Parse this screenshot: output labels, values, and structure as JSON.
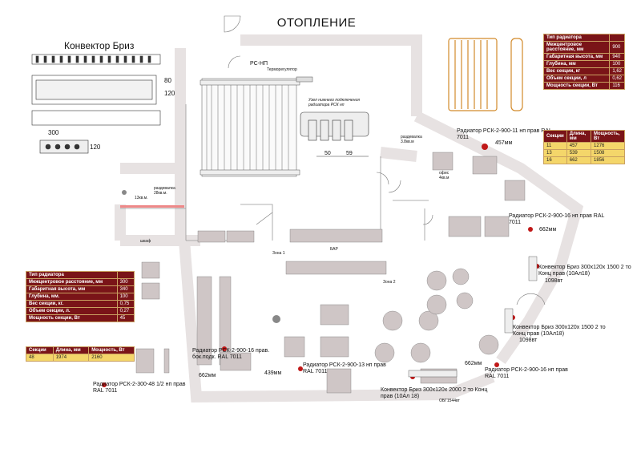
{
  "title": "ОТОПЛЕНИЕ",
  "convector_title": "Конвектор Бриз",
  "dims": {
    "w300": "300",
    "h120": "120",
    "d80": "80",
    "d120b": "120",
    "d50": "50",
    "d59": "59"
  },
  "node_labels": {
    "rc_np": "РС-НП",
    "thermoreg": "Терморегулятор",
    "lower_node": "Узел нижнего подключения радиатора РСК нп",
    "dim_50": "50",
    "dim_59": "59"
  },
  "room_labels": {
    "dressing1": "раздевалка 28кв.м.",
    "dressing2": "13кв.м.",
    "dressing3": "раздевалка 3.8кв.м",
    "office": "офис 4кв.м",
    "bar": "БАР",
    "zone1": "Зона 1",
    "zone2": "Зона 2",
    "shkaf": "шкаф"
  },
  "annotations": [
    {
      "text": "Радиатор РСК-2-900-11 нп прав RAL 7011",
      "sub": "457мм"
    },
    {
      "text": "Радиатор РСК-2-900-16 нп прав RAL 7011",
      "sub": "662мм"
    },
    {
      "text": "Конвектор Бриз 300х120х 1500 2 то Конц прав (10Ал18)",
      "sub": "1098вт"
    },
    {
      "text": "Конвектор Бриз 300х120х 1500 2 то Конц прав (10Ал18)",
      "sub": "1098вт"
    },
    {
      "text": "Радиатор РСК-2-900-16 нп прав RAL 7011",
      "sub": "662мм"
    },
    {
      "text": "Конвектор Бриз 300х120х 2000 2 то Конц прав (10Ал 18)",
      "sub": "ОБГ1544вт"
    },
    {
      "text": "Радиатор РСК-2-900-13 нп прав RAL 7011",
      "sub": "439мм"
    },
    {
      "text": "Радиатор РСК-2-900-16 прав. бок.подк. RAL 7011",
      "sub": "662мм"
    },
    {
      "text": "Радиатор РСК-2-300-48 1/2 нп прав RAL 7011",
      "sub": ""
    }
  ],
  "right_table": {
    "rows": [
      {
        "k": "Тип радиатора",
        "v": ""
      },
      {
        "k": "Межцентровое расстояние, мм",
        "v": "900"
      },
      {
        "k": "Габаритная высота, мм",
        "v": "940"
      },
      {
        "k": "Глубина, мм",
        "v": "100"
      },
      {
        "k": "Вес секции, кг",
        "v": "1,62"
      },
      {
        "k": "Объем секции, л",
        "v": "0,62"
      },
      {
        "k": "Мощность секции, Вт",
        "v": "116"
      }
    ],
    "head": [
      "Секции",
      "Длина, мм",
      "Мощность, Вт"
    ],
    "data": [
      [
        "11",
        "457",
        "1276"
      ],
      [
        "13",
        "539",
        "1508"
      ],
      [
        "16",
        "662",
        "1856"
      ]
    ]
  },
  "left_table": {
    "rows": [
      {
        "k": "Тип радиатора",
        "v": ""
      },
      {
        "k": "Межцентровое расстояние, мм",
        "v": "300"
      },
      {
        "k": "Габаритная высота, мм",
        "v": "340"
      },
      {
        "k": "Глубина, мм.",
        "v": "100"
      },
      {
        "k": "Вес секции, кг.",
        "v": "0,75"
      },
      {
        "k": "Объем секции, л.",
        "v": "0,27"
      },
      {
        "k": "Мощность секции, Вт",
        "v": "45"
      }
    ],
    "head": [
      "Секции",
      "Длина, мм",
      "Мощность, Вт"
    ],
    "data": [
      [
        "48",
        "1974",
        "2160"
      ]
    ]
  },
  "colors": {
    "maroon": "#7a1418",
    "yellow": "#f4d66a",
    "orange": "#d28a2a",
    "wall": "#e9e4e4",
    "table": "#cdc4c4"
  }
}
